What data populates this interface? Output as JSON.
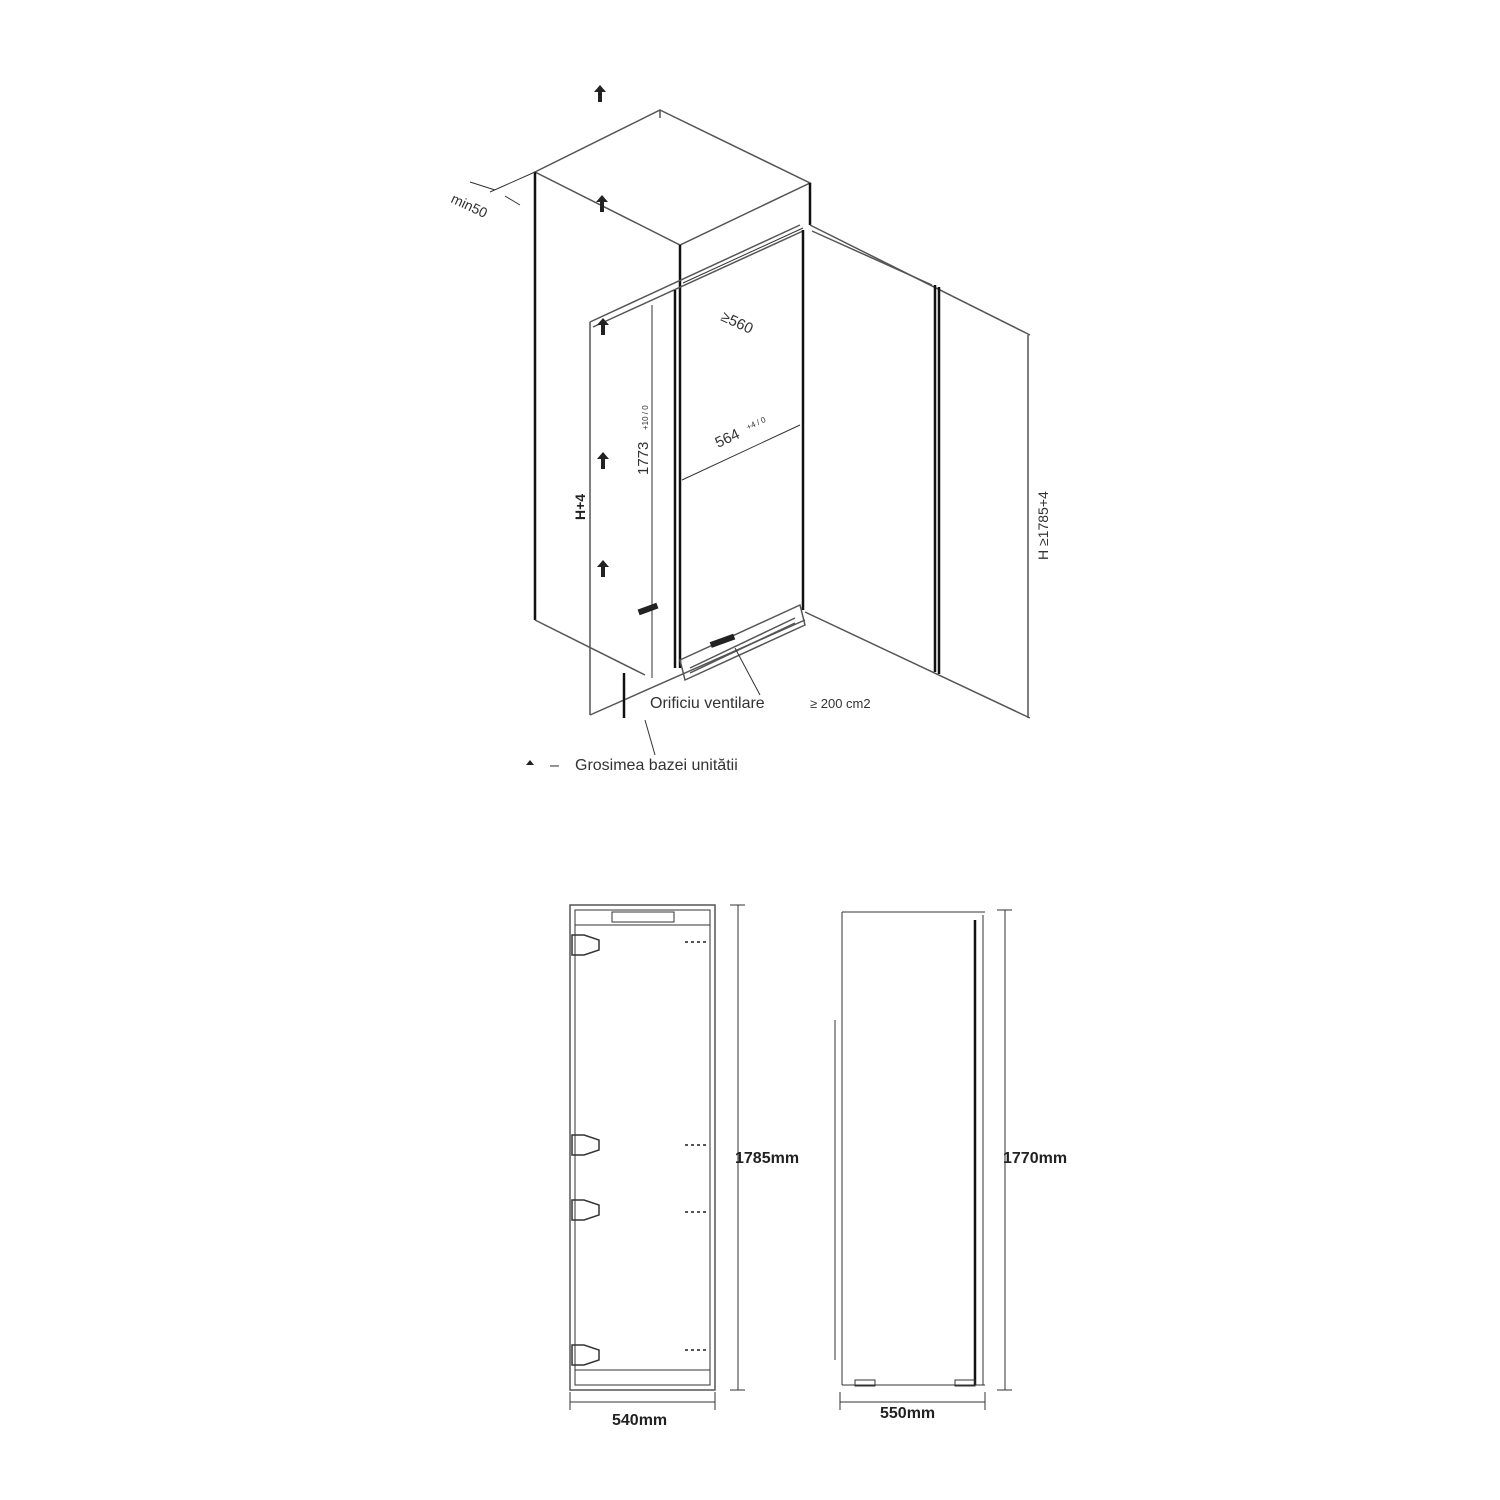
{
  "installation_view": {
    "labels": {
      "min_gap": "min50",
      "depth_min": "≥560",
      "niche_height": "1773",
      "niche_height_tol": "+10 / 0",
      "niche_width": "564",
      "niche_width_tol": "+4 / 0",
      "base_offset": "H+4",
      "cabinet_height": "H ≥1785+4",
      "vent_label": "Orificiu ventilare",
      "vent_value": "≥ 200 cm2"
    },
    "legend": "Grosimea bazei unitătii",
    "legend_prefix": "–"
  },
  "front_view": {
    "height": "1785mm",
    "width": "540mm"
  },
  "side_view": {
    "height": "1770mm",
    "depth": "550mm"
  },
  "colors": {
    "line": "#555555",
    "edge": "#111111"
  }
}
